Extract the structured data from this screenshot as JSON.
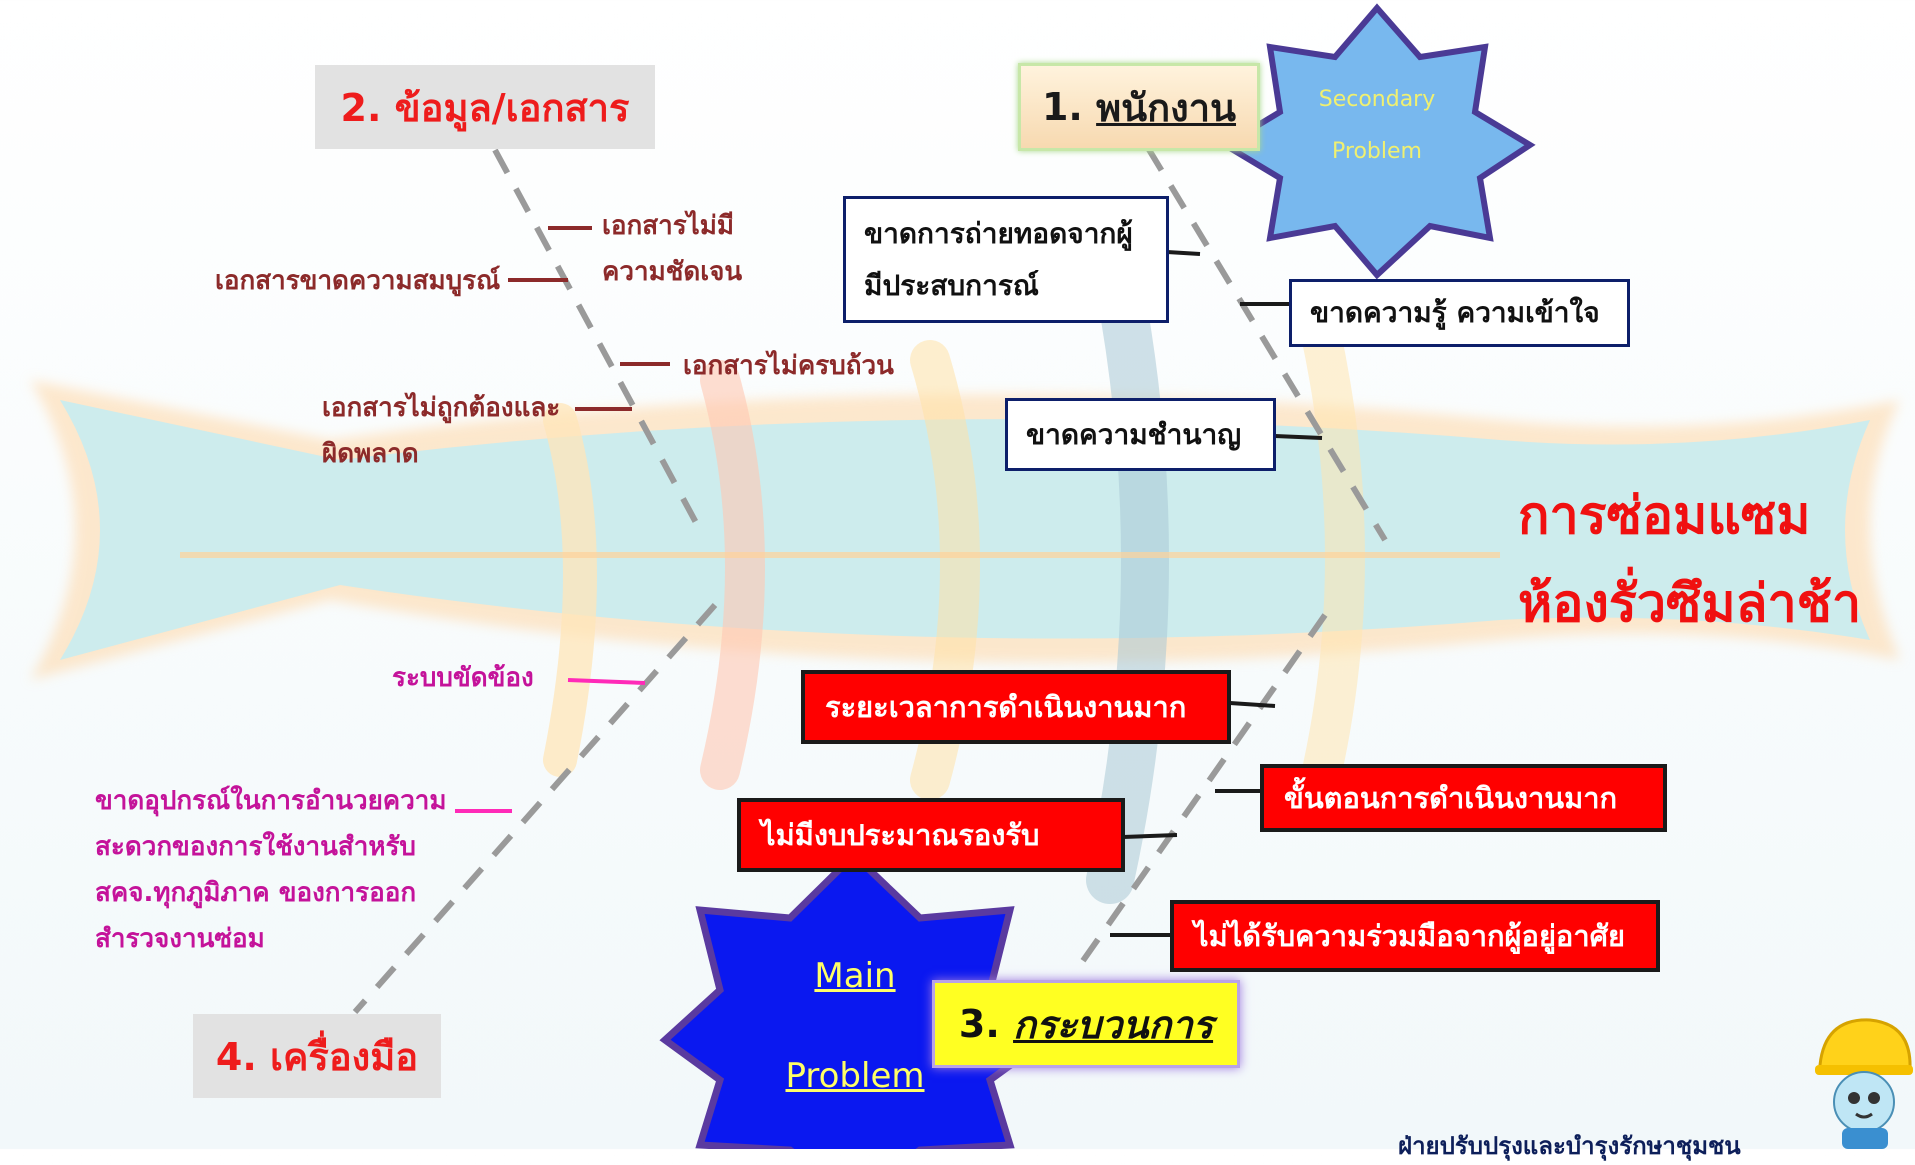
{
  "problem": {
    "line1": "การซ่อมแซม",
    "line2": "ห้องรั่วซึมล่าช้า"
  },
  "categories": {
    "c1": {
      "num": "1.",
      "label": "พนักงาน"
    },
    "c2": {
      "label": "2. ข้อมูล/เอกสาร"
    },
    "c3": {
      "num": "3.",
      "label": "กระบวนการ"
    },
    "c4": {
      "label": "4. เครื่องมือ"
    }
  },
  "stars": {
    "secondary": {
      "line1": "Secondary",
      "line2": "Problem"
    },
    "main": {
      "line1": "Main",
      "line2": "Problem"
    }
  },
  "causes_staff": [
    "ขาดการถ่ายทอดจากผู้",
    "มีประสบการณ์",
    "ขาดความรู้ ความเข้าใจ",
    "ขาดความชำนาญ"
  ],
  "causes_docs": {
    "unclear_1": "เอกสารไม่มี",
    "unclear_2": "ความชัดเจน",
    "incomplete_quality": "เอกสารขาดความสมบูรณ์",
    "missing": "เอกสารไม่ครบถ้วน",
    "incorrect_1": "เอกสารไม่ถูกต้องและ",
    "incorrect_2": "ผิดพลาด"
  },
  "causes_process": [
    "ระยะเวลาการดำเนินงานมาก",
    "ขั้นตอนการดำเนินงานมาก",
    "ไม่มีงบประมาณรองรับ",
    "ไม่ได้รับความร่วมมือจากผู้อยู่อาศัย"
  ],
  "causes_tools": {
    "system": "ระบบขัดข้อง",
    "equip_1": "ขาดอุปกรณ์ในการอำนวยความ",
    "equip_2": "สะดวกของการใช้งานสำหรับ",
    "equip_3": "สคจ.ทุกภูมิภาค ของการออก",
    "equip_4": "สำรวจงานซ่อม"
  },
  "footer": "ฝ่ายปรับปรุงและบำรุงรักษาชุมชน",
  "colors": {
    "problem": "#f01010",
    "fish_body": "#c4ecf2",
    "fish_outline": "#ffc68a",
    "accent_red": "#ff0000",
    "main_star": "#0a18f0",
    "secondary_star": "#78b8ee"
  }
}
